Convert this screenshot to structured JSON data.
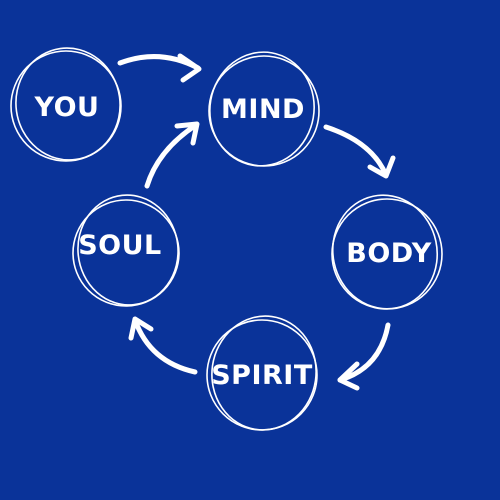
{
  "background_color": "#0a3399",
  "foreground_color": "#ffffff",
  "nodes": [
    {
      "id": "you",
      "label": "YOU"
    },
    {
      "id": "mind",
      "label": "MIND"
    },
    {
      "id": "body",
      "label": "BODY"
    },
    {
      "id": "spirit",
      "label": "SPIRIT"
    },
    {
      "id": "soul",
      "label": "SOUL"
    }
  ],
  "edges": [
    {
      "from": "you",
      "to": "mind"
    },
    {
      "from": "mind",
      "to": "body"
    },
    {
      "from": "body",
      "to": "spirit"
    },
    {
      "from": "spirit",
      "to": "soul"
    },
    {
      "from": "soul",
      "to": "mind"
    }
  ]
}
